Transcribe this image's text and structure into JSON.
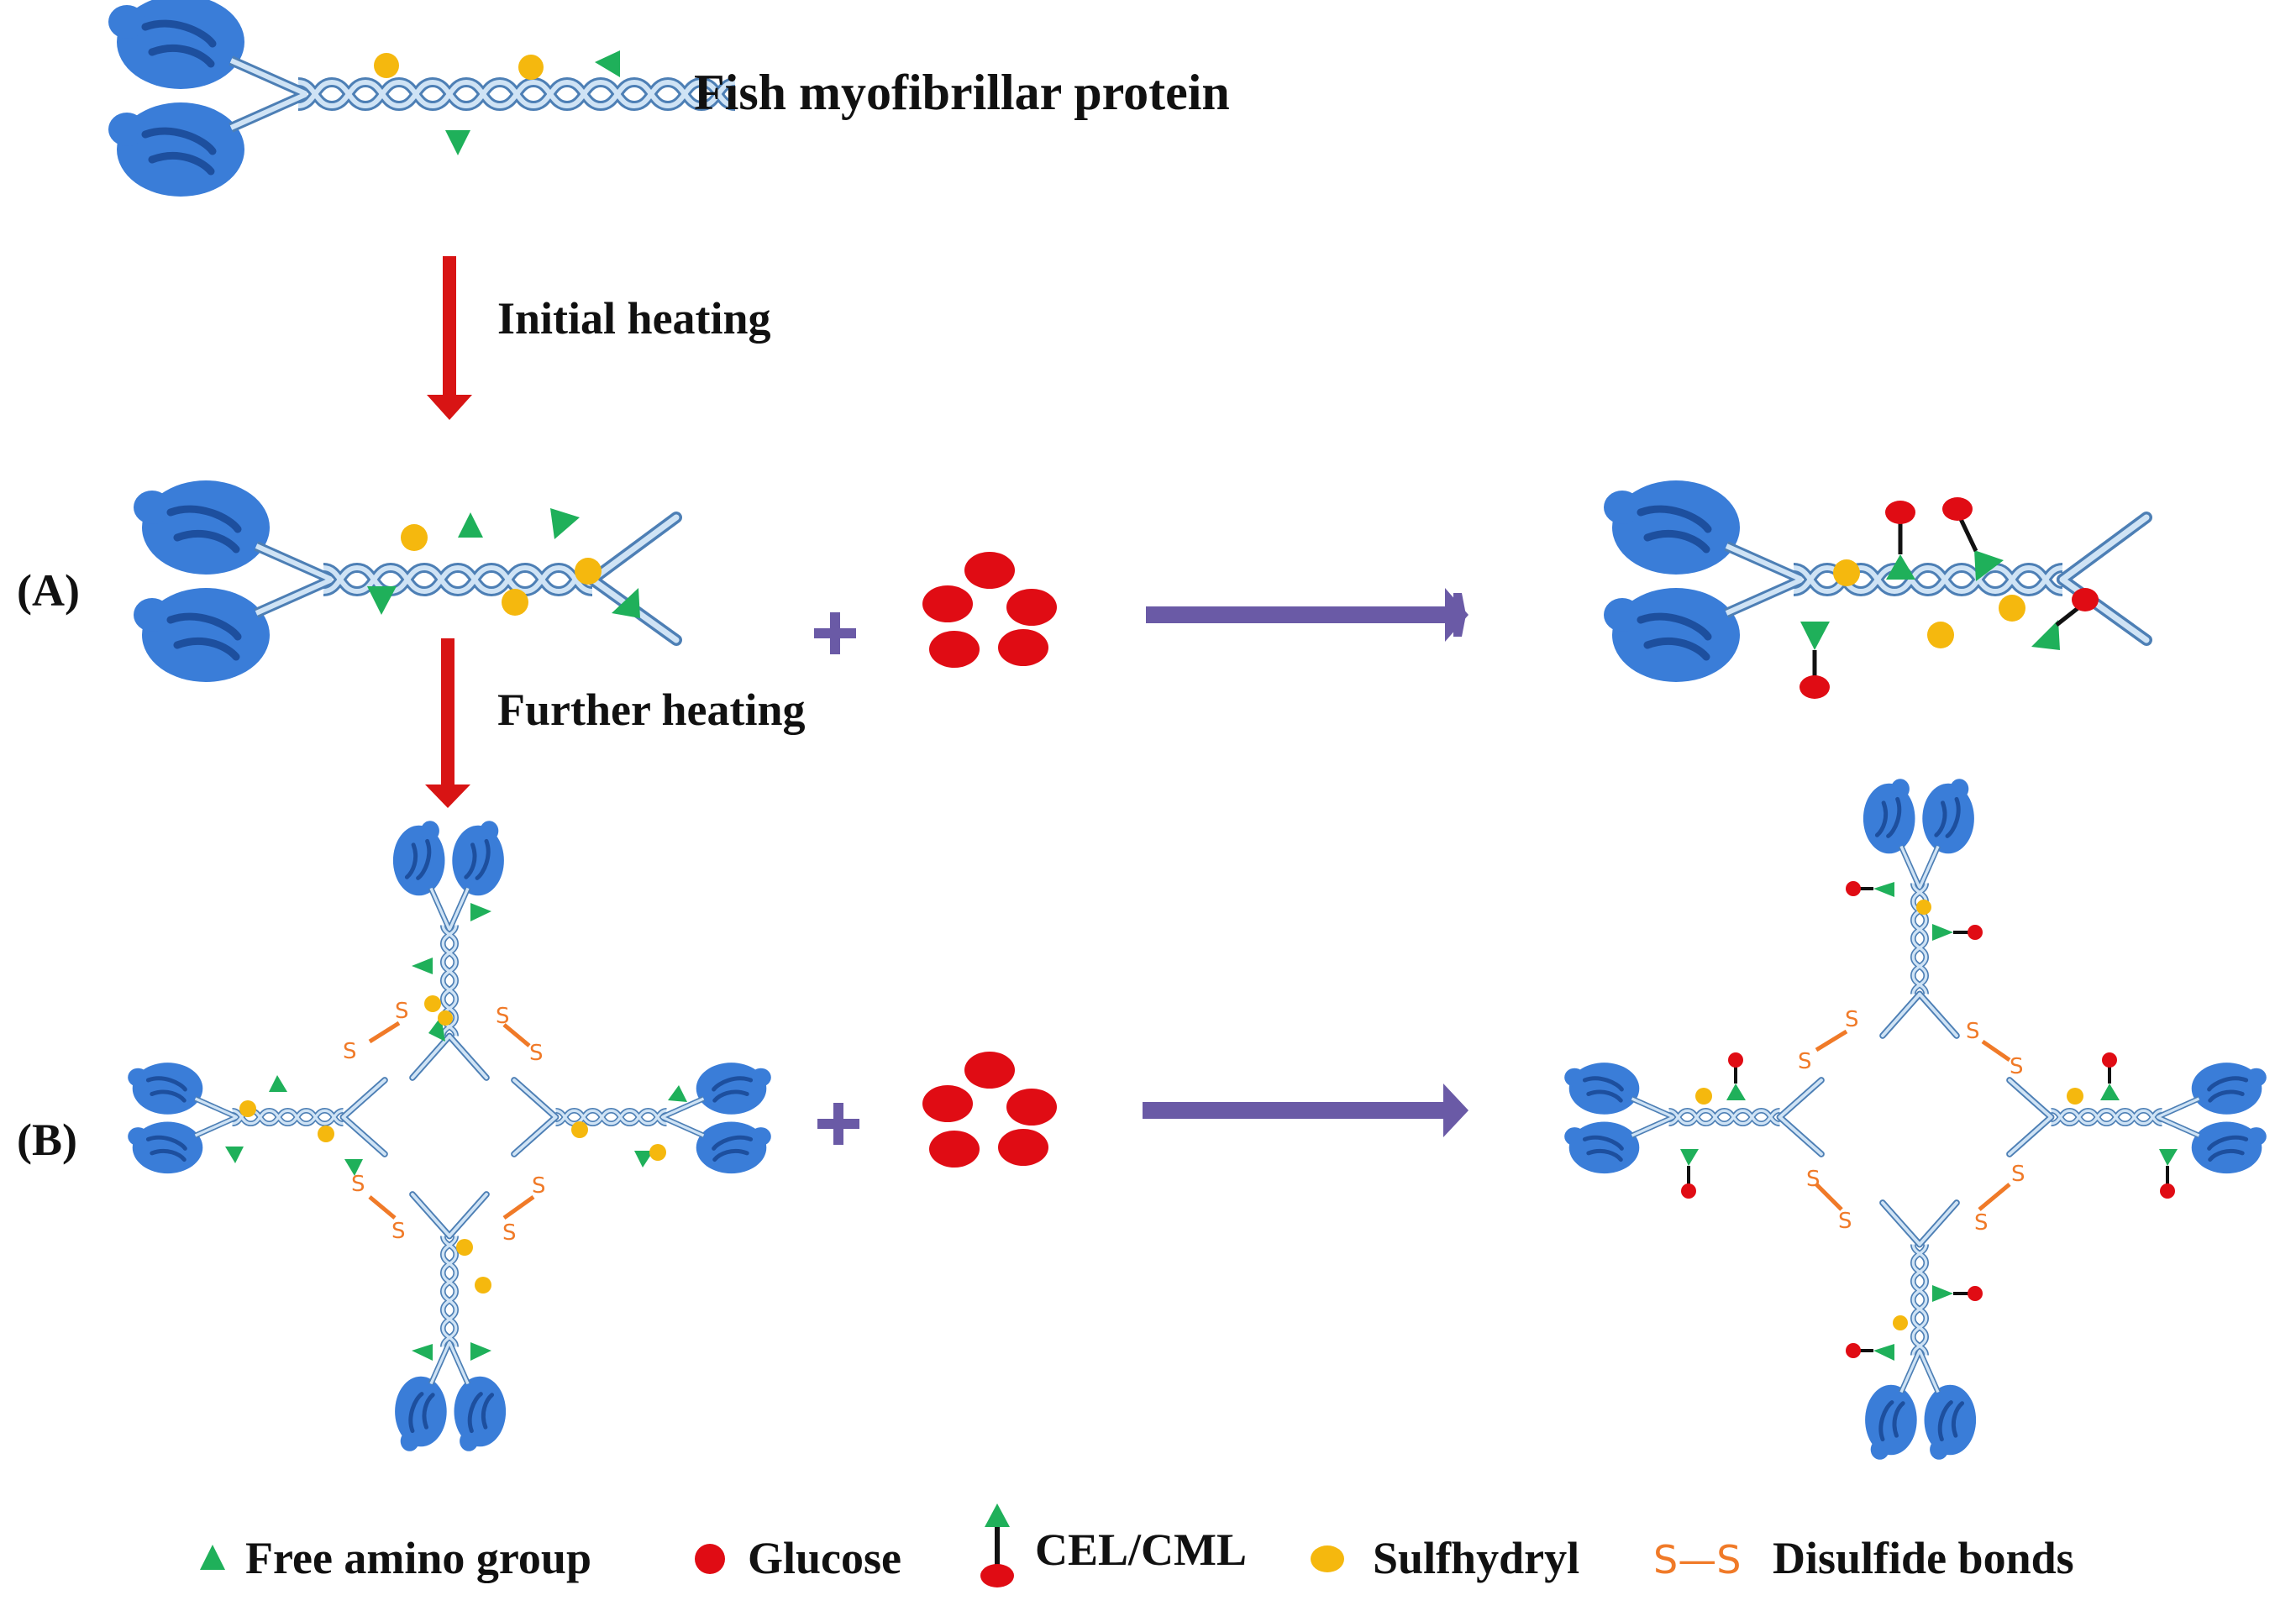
{
  "title": "Fish myofibrillar protein",
  "steps": {
    "initial": "Initial heating",
    "further": "Further heating"
  },
  "panels": {
    "a": "(A)",
    "b": "(B)"
  },
  "legend": {
    "amino": "Free amino group",
    "glucose": "Glucose",
    "celcml": "CEL/CML",
    "sulfhydryl": "Sulfhydryl",
    "disulfide": "Disulfide bonds",
    "ss_symbol": "S—S"
  },
  "colors": {
    "myosin_head": "#3a7dd8",
    "myosin_head_dark": "#1d4f9e",
    "tail": "#a9cbea",
    "amino": "#1fb05a",
    "glucose": "#e00c14",
    "sulfhydryl": "#f5b80e",
    "disulfide": "#f07a28",
    "heating_arrow": "#d81414",
    "reaction_arrow": "#6a5aa6"
  }
}
